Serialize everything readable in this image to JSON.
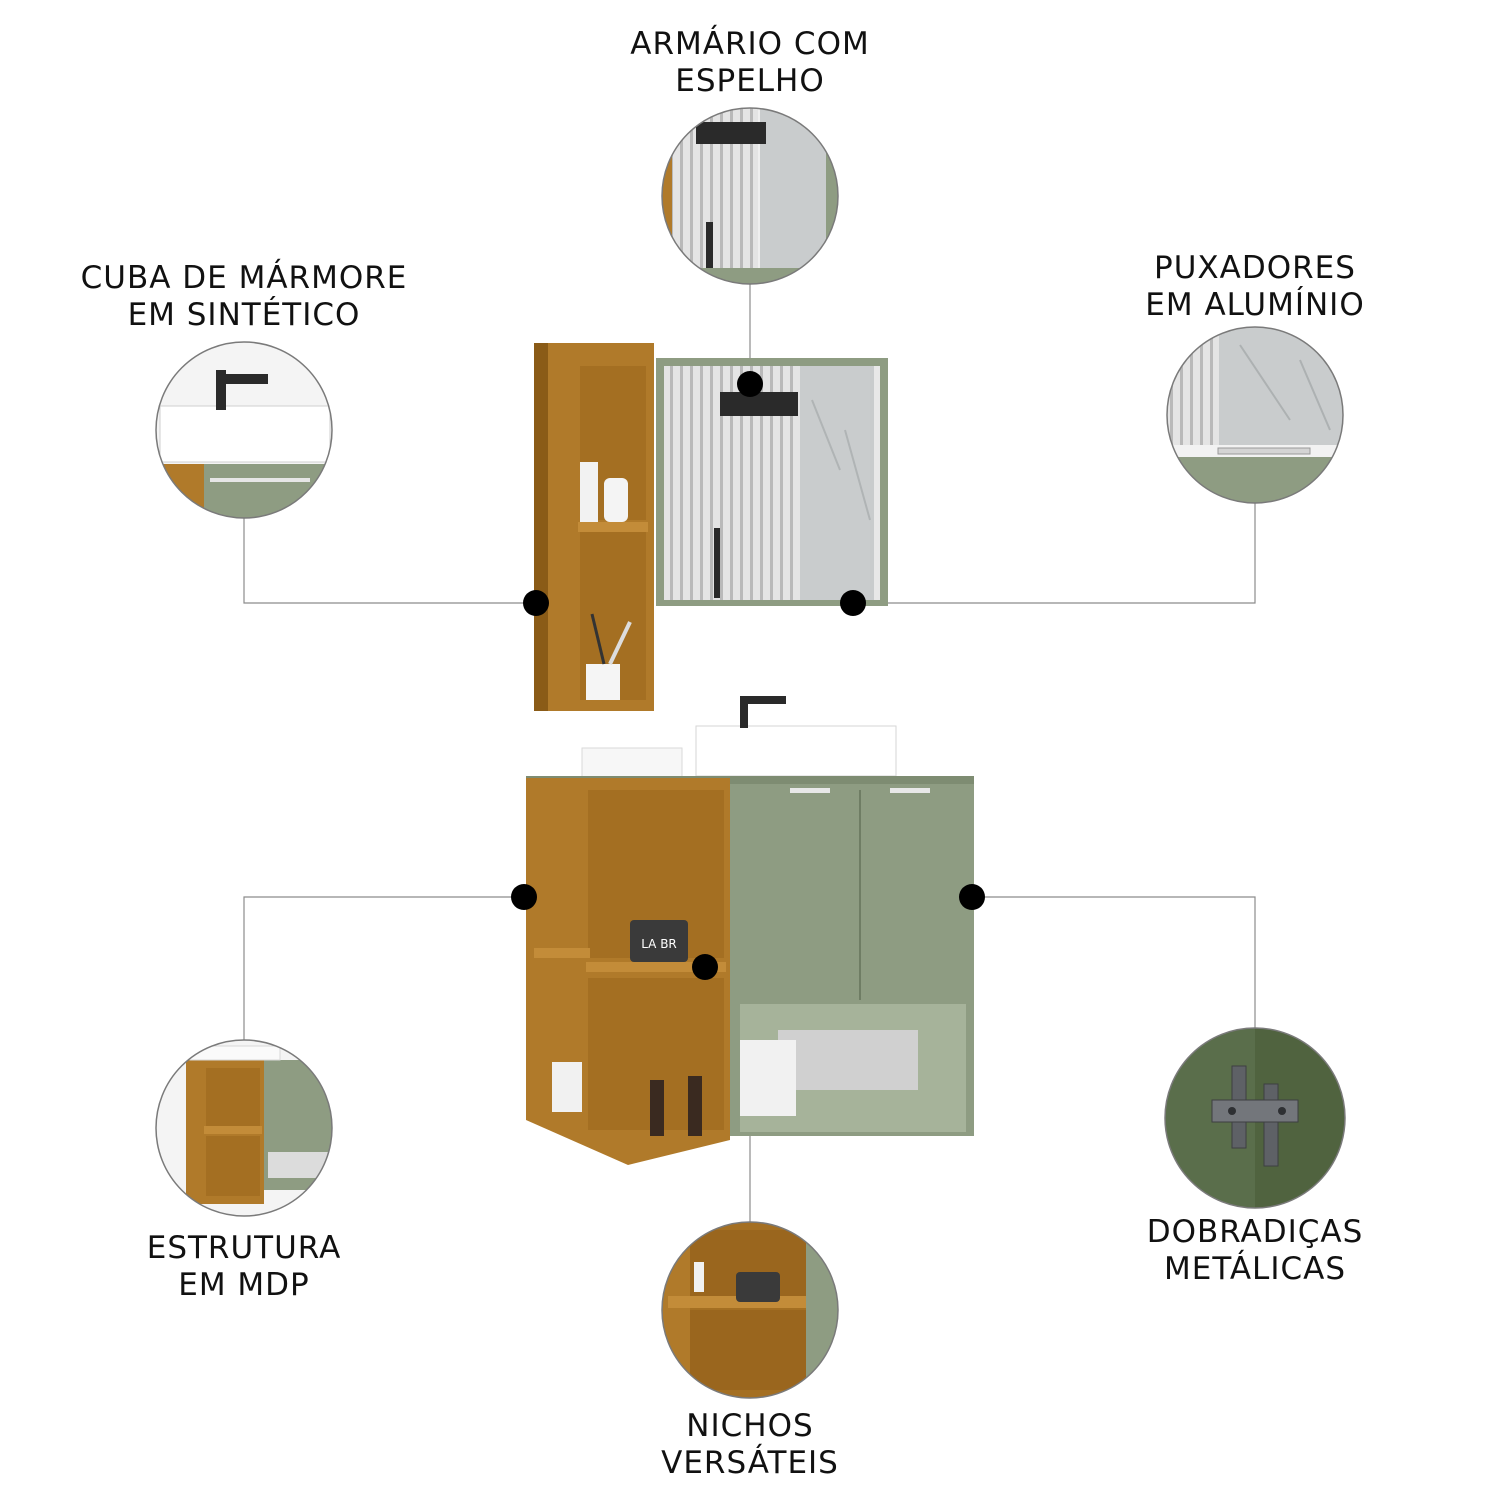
{
  "colors": {
    "wood": "#b07a2a",
    "wood_dark": "#8a5b17",
    "sage": "#8e9c82",
    "sage_dark": "#6f7d64",
    "hinge_green": "#5a6e4b",
    "mirror": "#c9cccd",
    "dot": "#000000",
    "line": "#8c8c8c"
  },
  "features": [
    {
      "id": "armario",
      "line1": "ARMÁRIO COM",
      "line2": "ESPELHO",
      "icon": "mirror-cabinet-icon"
    },
    {
      "id": "cuba",
      "line1": "CUBA DE MÁRMORE",
      "line2": "EM SINTÉTICO",
      "icon": "sink-icon"
    },
    {
      "id": "puxadores",
      "line1": "PUXADORES",
      "line2": "EM ALUMÍNIO",
      "icon": "handle-icon"
    },
    {
      "id": "estrutura",
      "line1": "ESTRUTURA",
      "line2": "EM MDP",
      "icon": "mdp-structure-icon"
    },
    {
      "id": "nichos",
      "line1": "NICHOS",
      "line2": "VERSÁTEIS",
      "icon": "niche-icon"
    },
    {
      "id": "dobradicas",
      "line1": "DOBRADIÇAS",
      "line2": "METÁLICAS",
      "icon": "hinge-icon"
    }
  ],
  "products": {
    "jar_label": "LA BR"
  }
}
